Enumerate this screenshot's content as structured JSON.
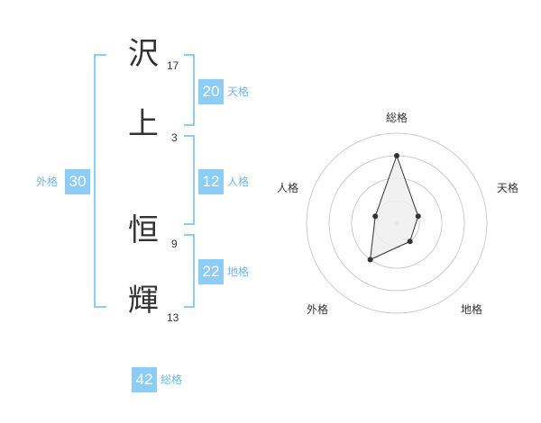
{
  "name": {
    "chars": [
      {
        "char": "沢",
        "strokes": "17"
      },
      {
        "char": "上",
        "strokes": "3"
      },
      {
        "char": "恒",
        "strokes": "9"
      },
      {
        "char": "輝",
        "strokes": "13"
      }
    ]
  },
  "fortunes": {
    "tenkaku": {
      "label": "天格",
      "value": "20"
    },
    "jinkaku": {
      "label": "人格",
      "value": "12"
    },
    "chikaku": {
      "label": "地格",
      "value": "22"
    },
    "gaikaku": {
      "label": "外格",
      "value": "30"
    },
    "soukaku": {
      "label": "総格",
      "value": "42"
    }
  },
  "radar": {
    "axes": [
      "総格",
      "天格",
      "地格",
      "外格",
      "人格"
    ],
    "values": [
      3,
      1,
      1,
      2,
      1
    ],
    "max": 5,
    "colors": {
      "ring": "#cccccc",
      "fill": "#eeeeee",
      "line": "#333333",
      "point": "#333333",
      "center": "#cccccc"
    }
  },
  "colors": {
    "accent": "#8bcdf7",
    "accent_text": "#6fb8ea"
  }
}
